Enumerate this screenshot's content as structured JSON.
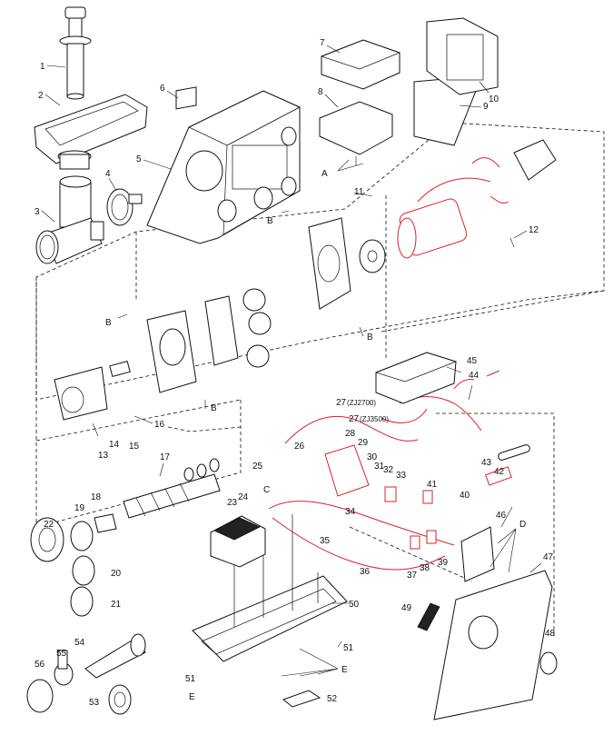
{
  "callouts": {
    "p1": "1",
    "p2": "2",
    "p3": "3",
    "p4": "4",
    "p5": "5",
    "p6": "6",
    "p7": "7",
    "p8": "8",
    "p9": "9",
    "p10": "10",
    "p11": "11",
    "p12": "12",
    "p13": "13",
    "p14": "14",
    "p15": "15",
    "p16": "16",
    "p17": "17",
    "p18": "18",
    "p19": "19",
    "p20": "20",
    "p21": "21",
    "p22": "22",
    "p23": "23",
    "p24": "24",
    "p25": "25",
    "p26": "26",
    "p27a": "27",
    "p27a_note": "(ZJ2700)",
    "p27b": "27",
    "p27b_note": "(ZJ3500)",
    "p28": "28",
    "p29": "29",
    "p30": "30",
    "p31": "31",
    "p32": "32",
    "p33": "33",
    "p34": "34",
    "p35": "35",
    "p36": "36",
    "p37": "37",
    "p38": "38",
    "p39": "39",
    "p40": "40",
    "p41": "41",
    "p42": "42",
    "p43": "43",
    "p44": "44",
    "p45": "45",
    "p46": "46",
    "p47": "47",
    "p48": "48",
    "p49": "49",
    "p50": "50",
    "p51a": "51",
    "p51b": "51",
    "p52": "52",
    "p53": "53",
    "p54": "54",
    "p55": "55",
    "p56": "56"
  },
  "screw_groups": {
    "A": "A",
    "B1": "B",
    "B2": "B",
    "B3": "B",
    "B4": "B",
    "C": "C",
    "D": "D",
    "E1": "E",
    "E2": "E"
  },
  "colors": {
    "line": "#111111",
    "wiring": "#d9232a",
    "background": "#ffffff"
  }
}
